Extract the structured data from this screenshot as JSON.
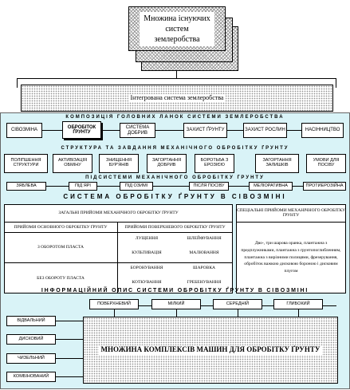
{
  "top_box": "Множина існуючих систем землеробства",
  "integrated": "Інтегрована система землеробства",
  "band1": "КОМПОЗИЦІЯ ГОЛОВНИХ ЛАНОК СИСТЕМИ ЗЕМЛЕРОБСТВА",
  "row1": [
    "СІВОЗМІНА",
    "ОБРОБІТОК ҐРУНТУ",
    "СИСТЕМА ДОБРИВ",
    "ЗАХИСТ ҐРУНТУ",
    "ЗАХИСТ РОСЛИН",
    "НАСІННИЦТВО"
  ],
  "band2": "СТРУКТУРА ТА ЗАВДАННЯ МЕХАНІЧНОГО ОБРОБІТКУ ҐРУНТУ",
  "row2": [
    "ПОЛІПШЕННЯ СТРУКТУРИ",
    "АКТИВІЗАЦІЯ ОБМІНУ",
    "ЗНИЩЕННЯ БУР'ЯНІВ",
    "ЗАГОРТАННЯ ДОБРИВ",
    "БОРОТЬБА З ЕРОЗІЄЮ",
    "ЗАГОРТАННЯ ЗАЛИШКІВ",
    "УМОВИ ДЛЯ ПОСІВУ"
  ],
  "band3": "ПІДСИСТЕМИ МЕХАНІЧНОГО ОБРОБІТКУ ҐРУНТУ",
  "row3": [
    "ЗЯБЛЕВА",
    "ПІД ЯРІ",
    "ПІД ОЗИМІ",
    "ПІСЛЯ ПОСІВУ",
    "МЕЛІОРАТИВНА",
    "ПРОТИЕРОЗІЙНА"
  ],
  "band4": "СИСТЕМА ОБРОБІТКУ ҐРУНТУ В СІВОЗМІНІ",
  "general_title": "ЗАГАЛЬНІ ПРИЙОМИ МЕХАНІЧНОГО ОБРОБІТКУ ҐРУНТУ",
  "col_left": "ПРИЙОМИ ОСНОВНОГО ОБРОБІТКУ ҐРУНТУ",
  "col_right": "ПРИЙОМИ ПОВЕРХНЕВОГО ОБРОБІТКУ ҐРУНТУ",
  "with_turn": "З ОБОРОТОМ ПЛАСТА",
  "without_turn": "БЕЗ ОБОРОТУ ПЛАСТА",
  "methods": [
    "ЛУЩЕННЯ",
    "ШЛЕЙФУВАННЯ",
    "КУЛЬТИВАЦІЯ",
    "МАЛЮВАННЯ",
    "БОРОНУВАННЯ",
    "ШАРОВКА",
    "КОТКУВАННЯ",
    "ГРЕБЕНУВАННЯ"
  ],
  "special_title": "СПЕЦІАЛЬНІ ПРИЙОМИ МЕХАНІЧНОГО ОБРОБІТКУ ҐРУНТУ",
  "special_text": "Дво-, три шарова оранка, плантажна з предплужниками, плантажна з ґрунтопоглибленням, плантажна з вирізними полицями, фрезерування, обробіток важкою дисковою бороною і дисковим плугом",
  "band5": "ІНФОРМАЦІЙНИЙ ОПИС СИСТЕМИ ОБРОБІТКУ ҐРУНТУ В СІВОЗМІНІ",
  "depths": [
    "ПОВЕРХНЕВИЙ",
    "МІЛКИЙ",
    "СЕРЕДНІЙ",
    "ГЛИБОКИЙ"
  ],
  "types": [
    "ВІДВАЛЬНИЙ",
    "ДИСКОВИЙ",
    "ЧИЗЕЛЬНИЙ",
    "КОМБІНОВАНИЙ"
  ],
  "machines": "МНОЖИНА КОМПЛЕКСІВ МАШИН ДЛЯ ОБРОБІТКУ ҐРУНТУ",
  "colors": {
    "band_bg": "#d9f3f7",
    "hatch": "#9c9c9c"
  }
}
